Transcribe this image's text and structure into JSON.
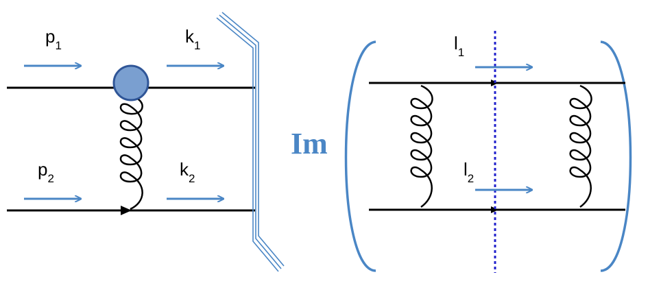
{
  "left_diagram": {
    "momenta": [
      {
        "letter": "p",
        "index": "1"
      },
      {
        "letter": "k",
        "index": "1"
      },
      {
        "letter": "p",
        "index": "2"
      },
      {
        "letter": "k",
        "index": "2"
      }
    ]
  },
  "im_label": "Im",
  "right_diagram": {
    "momenta": [
      {
        "letter": "l",
        "index": "1"
      },
      {
        "letter": "l",
        "index": "2"
      }
    ]
  },
  "colors": {
    "arrow": "#4a86c5",
    "line": "#000000",
    "blob_fill": "#7a9fd0",
    "blob_stroke": "#2f5597",
    "cut": "#2222cc",
    "bracket": "#4a86c5"
  }
}
